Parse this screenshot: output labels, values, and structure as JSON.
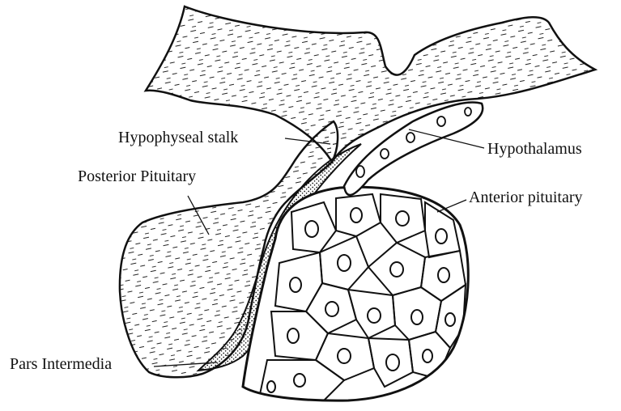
{
  "labels": {
    "hypophyseal_stalk": "Hypophyseal stalk",
    "hypothalamus": "Hypothalamus",
    "posterior_pituitary": "Posterior Pituitary",
    "anterior_pituitary": "Anterior pituitary",
    "pars_intermedia": "Pars Intermedia"
  },
  "colors": {
    "ink": "#111111",
    "background": "#ffffff"
  }
}
